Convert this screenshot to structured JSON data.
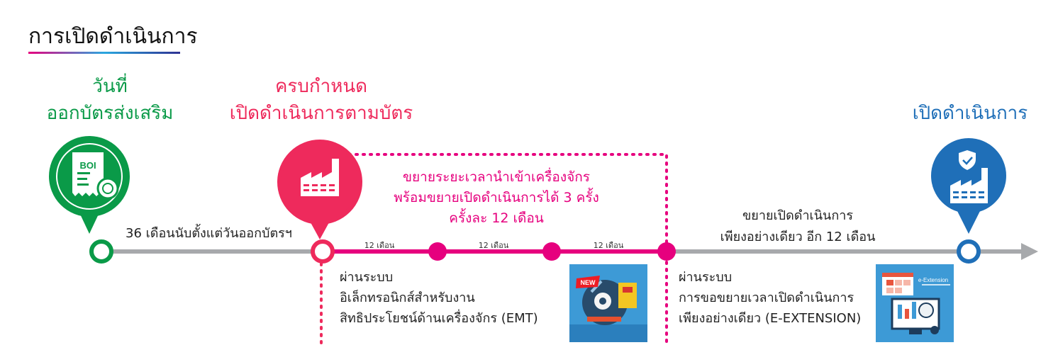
{
  "page_title": "การเปิดดำเนินการ",
  "milestones": {
    "issue": {
      "line1": "วันที่",
      "line2": "ออกบัตรส่งเสริม",
      "badge_text": "BOI"
    },
    "due": {
      "line1": "ครบกำหนด",
      "line2": "เปิดดำเนินการตามบัตร"
    },
    "open": {
      "line1": "เปิดดำเนินการ"
    }
  },
  "timeline": {
    "period_label": "36 เดือนนับตั้งแต่วันออกบัตรฯ",
    "segment_labels": [
      "12 เดือน",
      "12 เดือน",
      "12 เดือน"
    ]
  },
  "extension_box": {
    "line1": "ขยายระยะเวลานำเข้าเครื่องจักร",
    "line2": "พร้อมขยายเปิดดำเนินการได้ 3 ครั้ง",
    "line3": "ครั้งละ 12 เดือน"
  },
  "final_extension": {
    "line1": "ขยายเปิดดำเนินการ",
    "line2": "เพียงอย่างเดียว อีก 12 เดือน"
  },
  "emt": {
    "line1": "ผ่านระบบ",
    "line2": "อิเล็กทรอนิกส์สำหรับงาน",
    "line3": "สิทธิประโยชน์ด้านเครื่องจักร (EMT)",
    "thumb_badge": "NEW"
  },
  "eext": {
    "line1": "ผ่านระบบ",
    "line2": "การขอขยายเวลาเปิดดำเนินการ",
    "line3": "เพียงอย่างเดียว (E-EXTENSION)",
    "thumb_label": "e-Extension"
  },
  "colors": {
    "green": "#0a9a48",
    "red": "#ee2a5c",
    "magenta": "#e6007e",
    "blue": "#1f6fb8",
    "gray": "#a7a9ac"
  }
}
